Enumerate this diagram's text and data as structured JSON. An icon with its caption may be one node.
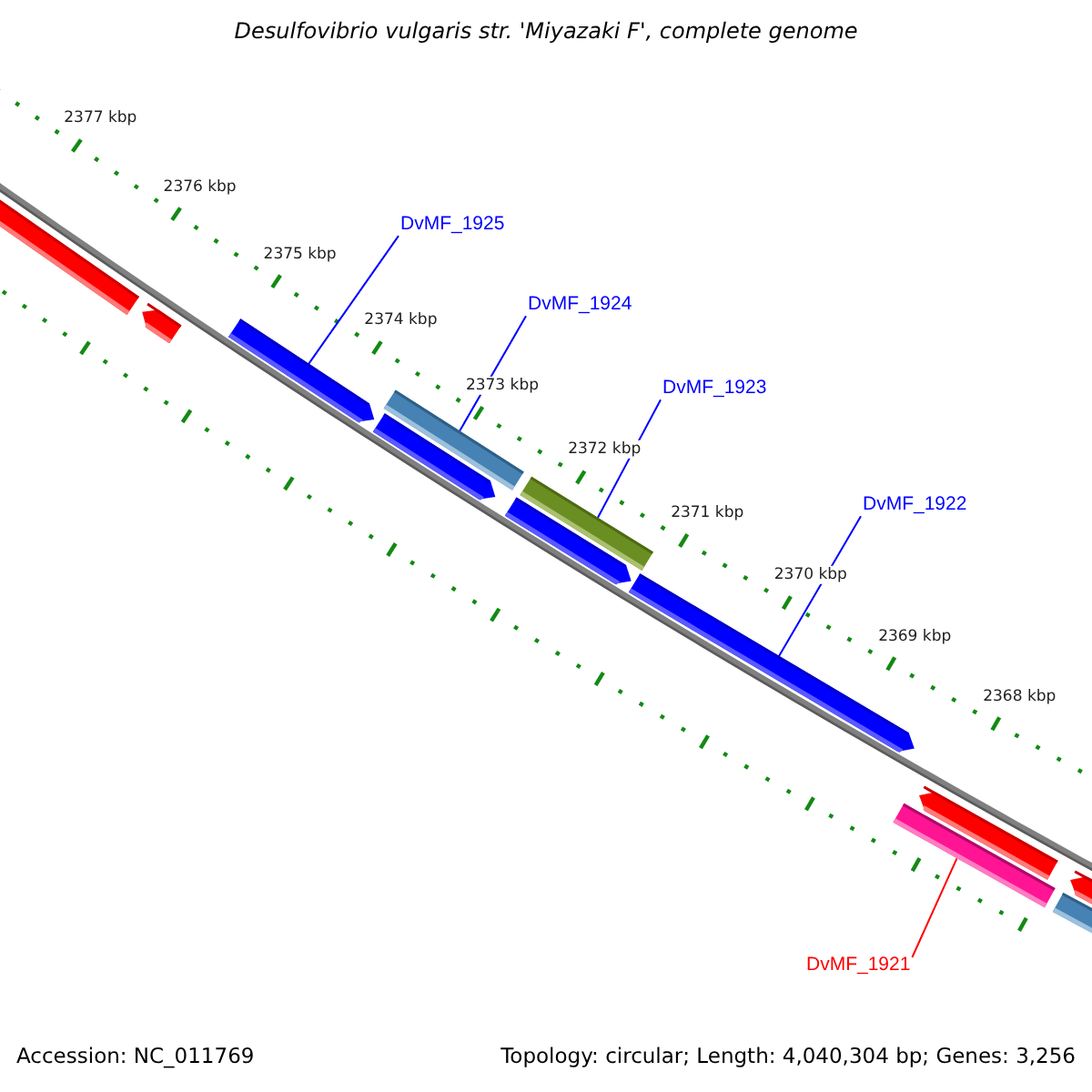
{
  "diagram": {
    "title": "Desulfovibrio vulgaris str. 'Miyazaki F', complete genome",
    "nodes": [
      {
        "text": [
          "DvMF_1925"
        ]
      },
      {
        "text": [
          "DvMF_1924"
        ]
      },
      {
        "text": [
          "DvMF_1923"
        ]
      },
      {
        "text": [
          "DvMF_1922"
        ]
      },
      {
        "text": [
          "DvMF_1921"
        ]
      },
      {
        "text": [],
        "shape": "bar"
      },
      {
        "text": [],
        "shape": "bar"
      },
      {
        "text": [],
        "shape": "bar"
      },
      {
        "text": [],
        "shape": "bar"
      },
      {
        "text": [],
        "shape": "bar"
      }
    ],
    "edges": [
      {
        "from": 0,
        "to": 5,
        "arrow": "none"
      },
      {
        "from": 1,
        "to": 6,
        "arrow": "none"
      },
      {
        "from": 2,
        "to": 7,
        "arrow": "none"
      },
      {
        "from": 3,
        "to": 8,
        "arrow": "none"
      },
      {
        "from": 4,
        "to": 9,
        "arrow": "none",
        "color": "#ff0000"
      }
    ],
    "labels": [
      "2377 kbp",
      "2376 kbp",
      "2375 kbp",
      "2374 kbp",
      "2373 kbp",
      "2372 kbp",
      "2371 kbp",
      "2370 kbp",
      "2369 kbp",
      "2368 kbp",
      "Accession: NC_011769",
      "Topology: circular; Length: 4,040,304 bp; Genes: 3,256"
    ]
  }
}
